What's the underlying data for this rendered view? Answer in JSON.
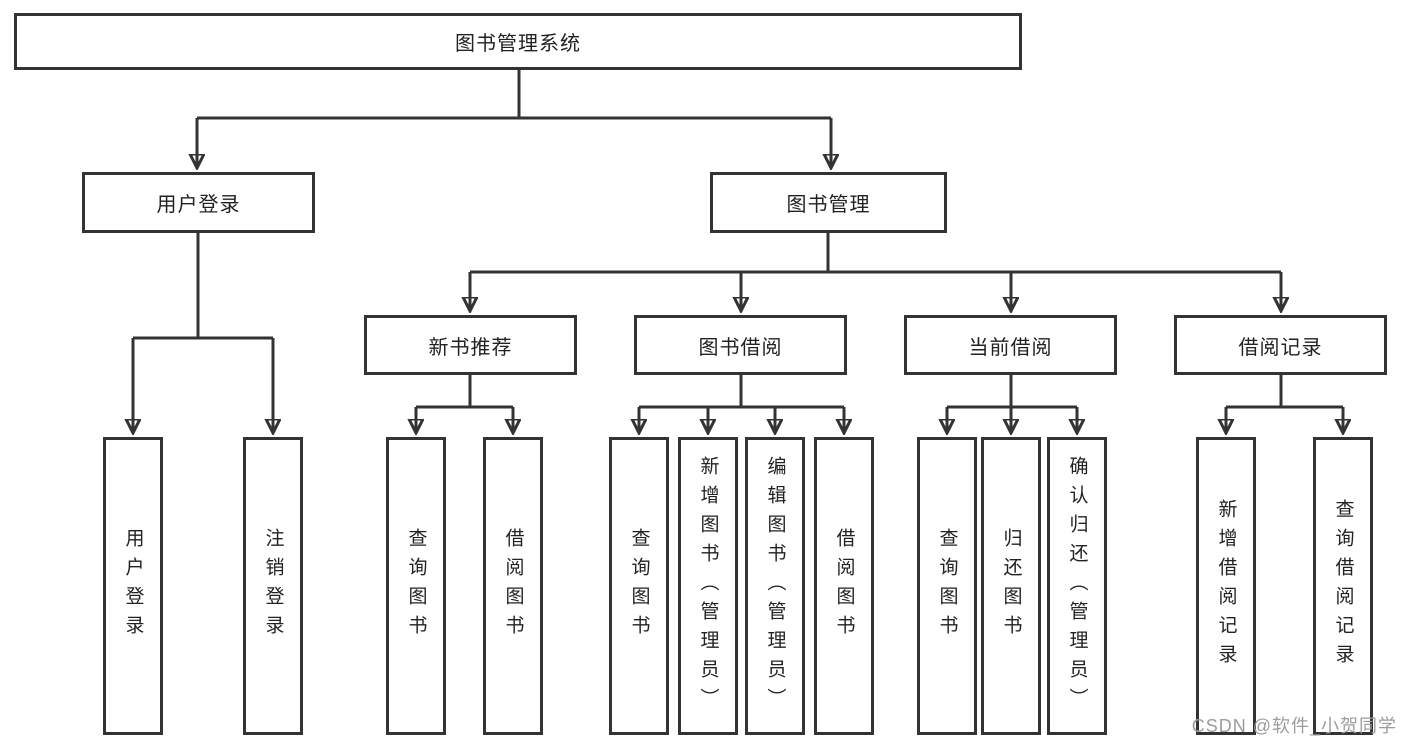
{
  "diagram": {
    "type": "hierarchy-tree",
    "line_color": "#333333",
    "box_background": "#ffffff",
    "text_color": "#222222",
    "hierarchy": {
      "label": "图书管理系统",
      "children": [
        {
          "label": "用户登录",
          "children": [
            "用户登录",
            "注销登录"
          ]
        },
        {
          "label": "图书管理",
          "children": [
            {
              "label": "新书推荐",
              "children": [
                "查询图书",
                "借阅图书"
              ]
            },
            {
              "label": "图书借阅",
              "children": [
                "查询图书",
                "新增图书（管理员）",
                "编辑图书（管理员）",
                "借阅图书"
              ]
            },
            {
              "label": "当前借阅",
              "children": [
                "查询图书",
                "归还图书",
                "确认归还（管理员）"
              ]
            },
            {
              "label": "借阅记录",
              "children": [
                "新增借阅记录",
                "查询借阅记录"
              ]
            }
          ]
        }
      ]
    }
  },
  "watermark": {
    "text": "CSDN @软件_小贺同学",
    "color": "#9c9c9c"
  }
}
